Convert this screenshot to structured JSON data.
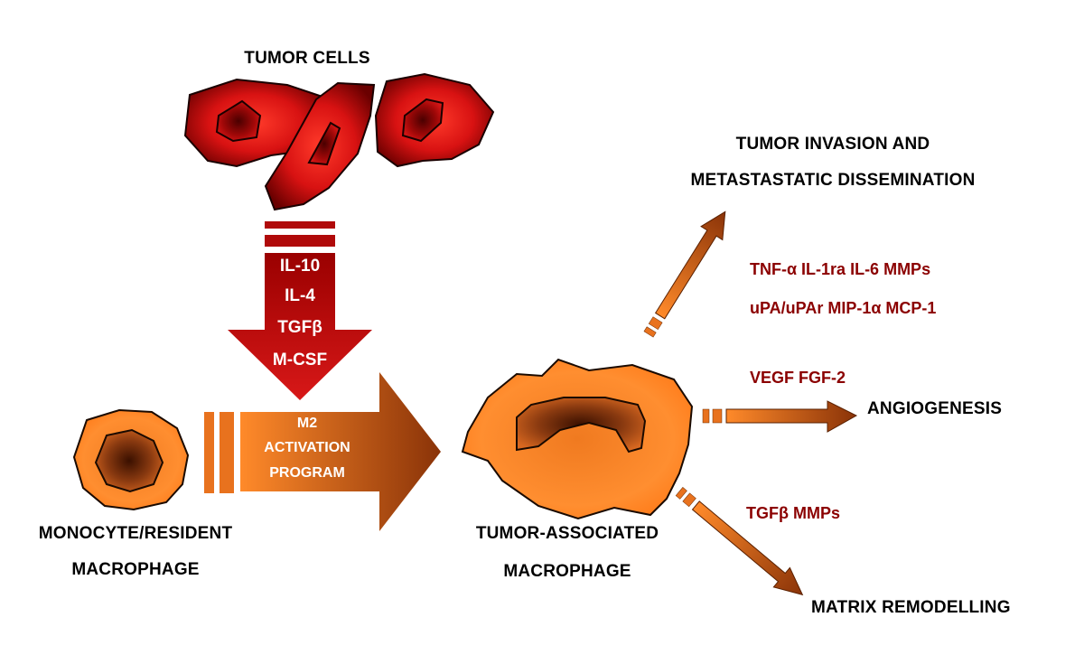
{
  "labels": {
    "tumor_cells": "TUMOR CELLS",
    "monocyte_line1": "MONOCYTE/RESIDENT",
    "monocyte_line2": "MACROPHAGE",
    "tam_line1": "TUMOR-ASSOCIATED",
    "tam_line2": "MACROPHAGE",
    "invasion_line1": "TUMOR INVASION AND",
    "invasion_line2": "METASTASTATIC DISSEMINATION",
    "angiogenesis": "ANGIOGENESIS",
    "matrix": "MATRIX REMODELLING"
  },
  "down_arrow_factors": [
    "IL-10",
    "IL-4",
    "TGFβ",
    "M-CSF"
  ],
  "m2_arrow": [
    "M2",
    "ACTIVATION",
    "PROGRAM"
  ],
  "invasion_factors": [
    "TNF-α  IL-1ra IL-6  MMPs",
    "uPA/uPAr MIP-1α  MCP-1"
  ],
  "angiogenesis_factors": "VEGF FGF-2",
  "matrix_factors": "TGFβ  MMPs",
  "colors": {
    "tumor_red": "#c81010",
    "tumor_dark": "#5a0000",
    "orange": "#ff8a2a",
    "orange_dark": "#a04010",
    "factor_text": "#8b0000"
  }
}
